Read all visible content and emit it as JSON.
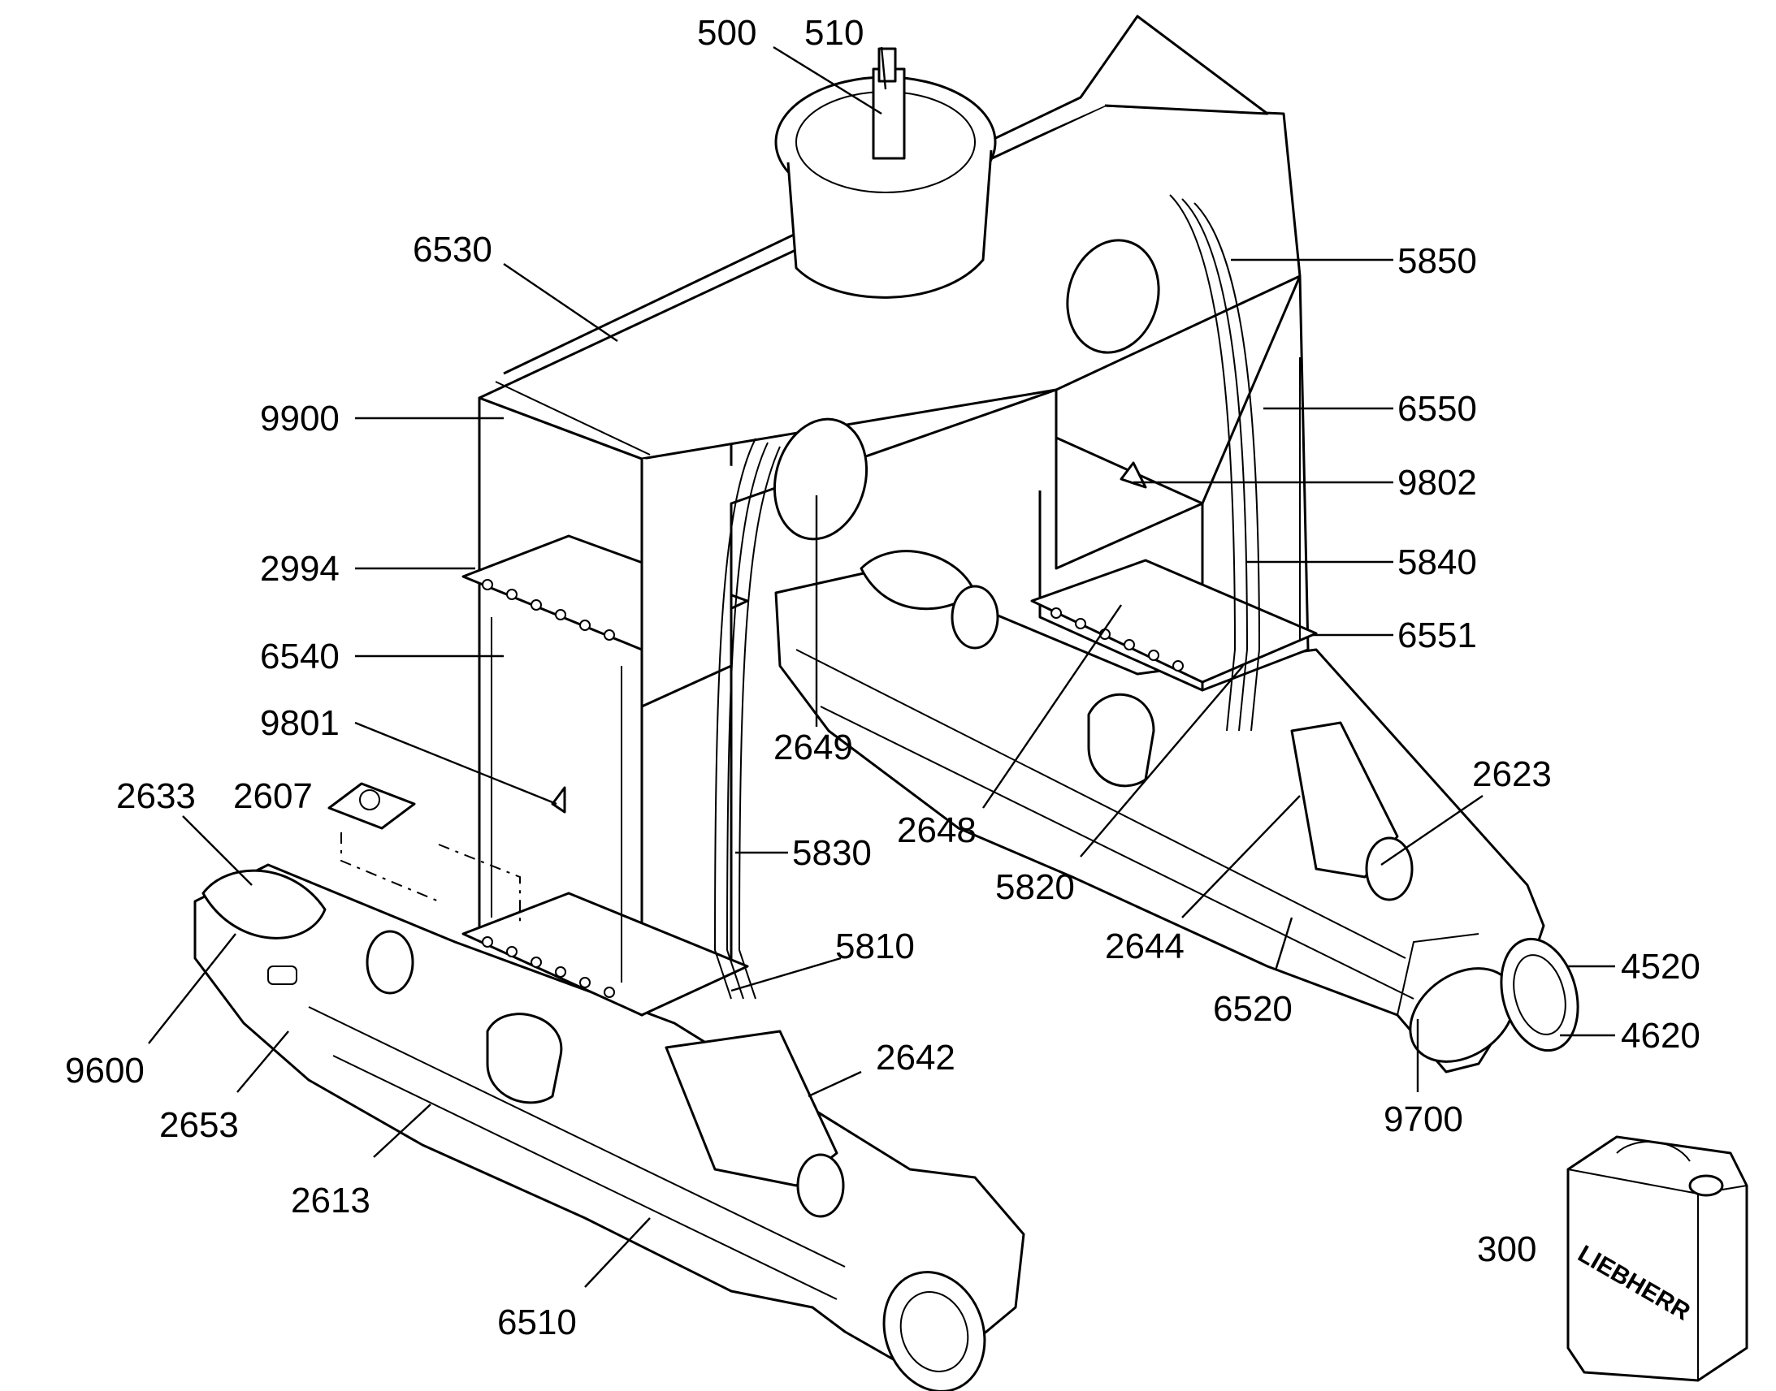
{
  "labels": [
    {
      "id": "500",
      "text": "500"
    },
    {
      "id": "510",
      "text": "510"
    },
    {
      "id": "6530",
      "text": "6530"
    },
    {
      "id": "5850",
      "text": "5850"
    },
    {
      "id": "6550",
      "text": "6550"
    },
    {
      "id": "9900",
      "text": "9900"
    },
    {
      "id": "9802",
      "text": "9802"
    },
    {
      "id": "2994",
      "text": "2994"
    },
    {
      "id": "5840",
      "text": "5840"
    },
    {
      "id": "6540",
      "text": "6540"
    },
    {
      "id": "6551",
      "text": "6551"
    },
    {
      "id": "9801",
      "text": "9801"
    },
    {
      "id": "2649",
      "text": "2649"
    },
    {
      "id": "2633",
      "text": "2633"
    },
    {
      "id": "2607",
      "text": "2607"
    },
    {
      "id": "2623",
      "text": "2623"
    },
    {
      "id": "2648",
      "text": "2648"
    },
    {
      "id": "5830",
      "text": "5830"
    },
    {
      "id": "5820",
      "text": "5820"
    },
    {
      "id": "5810",
      "text": "5810"
    },
    {
      "id": "2644",
      "text": "2644"
    },
    {
      "id": "4520",
      "text": "4520"
    },
    {
      "id": "6520",
      "text": "6520"
    },
    {
      "id": "9600",
      "text": "9600"
    },
    {
      "id": "4620",
      "text": "4620"
    },
    {
      "id": "2642",
      "text": "2642"
    },
    {
      "id": "2653",
      "text": "2653"
    },
    {
      "id": "9700",
      "text": "9700"
    },
    {
      "id": "2613",
      "text": "2613"
    },
    {
      "id": "300",
      "text": "300"
    },
    {
      "id": "6510",
      "text": "6510"
    }
  ],
  "canister_brand": "LIEBHERR"
}
